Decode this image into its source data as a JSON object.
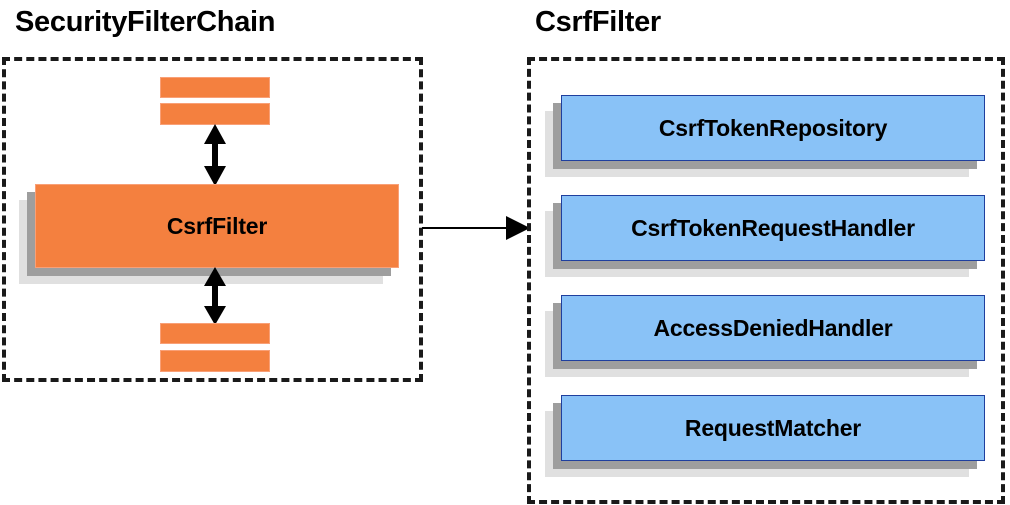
{
  "panels": [
    {
      "id": "security-filter-chain",
      "title": "SecurityFilterChain",
      "type": "dashed-container",
      "nodes": [
        {
          "label": "CsrfFilter",
          "style": "orange",
          "shape": "box-with-shadow"
        }
      ],
      "decorations": [
        {
          "kind": "stripe",
          "style": "orange"
        },
        {
          "kind": "stripe",
          "style": "orange"
        },
        {
          "kind": "stripe",
          "style": "orange"
        },
        {
          "kind": "stripe",
          "style": "orange"
        }
      ],
      "arrows": [
        {
          "kind": "double-headed-vertical",
          "from": "filter-stripes-top",
          "to": "CsrfFilter"
        },
        {
          "kind": "double-headed-vertical",
          "from": "CsrfFilter",
          "to": "filter-stripes-bottom"
        }
      ]
    },
    {
      "id": "csrf-filter",
      "title": "CsrfFilter",
      "type": "dashed-container",
      "nodes": [
        {
          "label": "CsrfTokenRepository",
          "style": "blue",
          "shape": "box-with-shadow"
        },
        {
          "label": "CsrfTokenRequestHandler",
          "style": "blue",
          "shape": "box-with-shadow"
        },
        {
          "label": "AccessDeniedHandler",
          "style": "blue",
          "shape": "box-with-shadow"
        },
        {
          "label": "RequestMatcher",
          "style": "blue",
          "shape": "box-with-shadow"
        }
      ]
    }
  ],
  "connector": {
    "kind": "single-headed-horizontal",
    "from": "security-filter-chain",
    "to": "csrf-filter",
    "label": ""
  },
  "colors": {
    "orange_fill": "#F4803F",
    "orange_border": "#F9A077",
    "blue_fill": "#89C2F7",
    "blue_border": "#1F3F9E",
    "shadow_dark": "#9E9E9E",
    "shadow_light": "#E0E0E0",
    "dash_border": "#1A1A1A",
    "text": "#000000",
    "background": "#FFFFFF"
  }
}
